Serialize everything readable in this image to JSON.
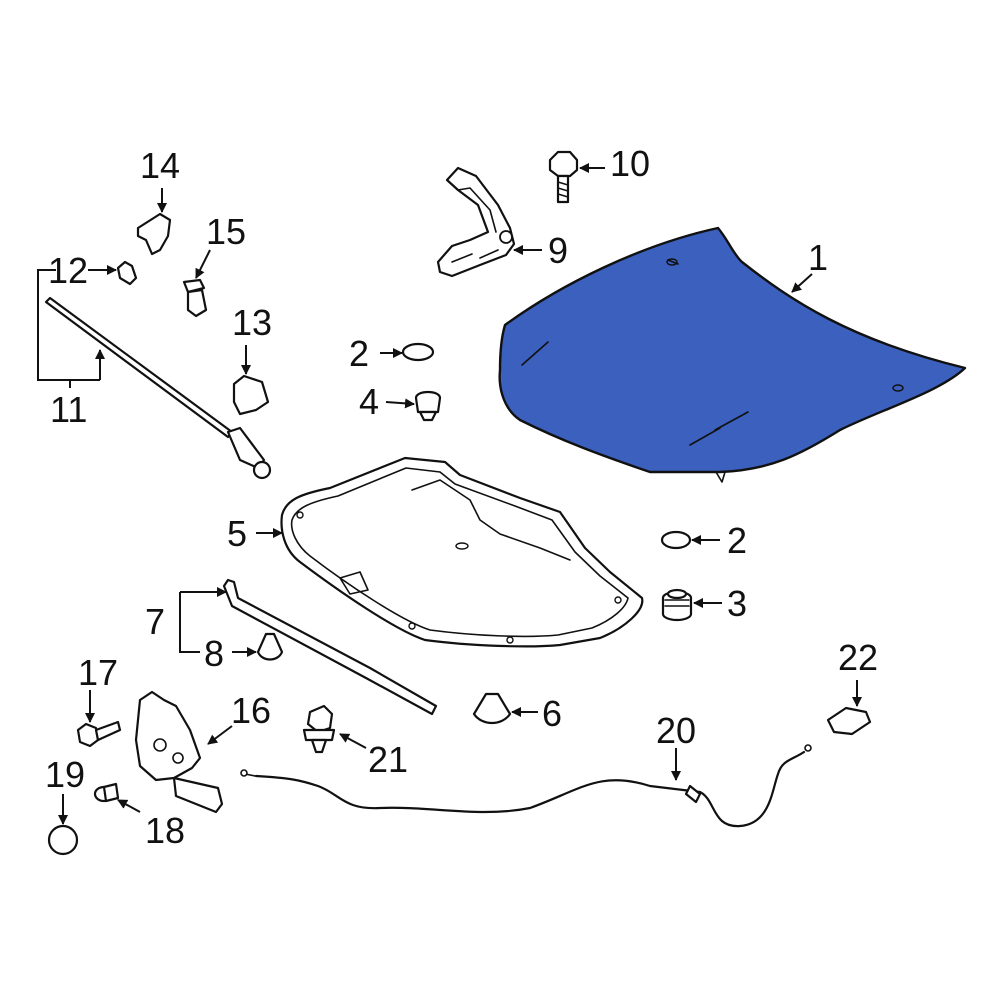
{
  "callouts": {
    "c1": "1",
    "c2a": "2",
    "c2b": "2",
    "c3": "3",
    "c4": "4",
    "c5": "5",
    "c6": "6",
    "c7": "7",
    "c8": "8",
    "c9": "9",
    "c10": "10",
    "c11": "11",
    "c12": "12",
    "c13": "13",
    "c14": "14",
    "c15": "15",
    "c16": "16",
    "c17": "17",
    "c18": "18",
    "c19": "19",
    "c20": "20",
    "c21": "21",
    "c22": "22"
  },
  "colors": {
    "highlight": "#3B60BE",
    "line": "#111111",
    "background": "#ffffff"
  }
}
